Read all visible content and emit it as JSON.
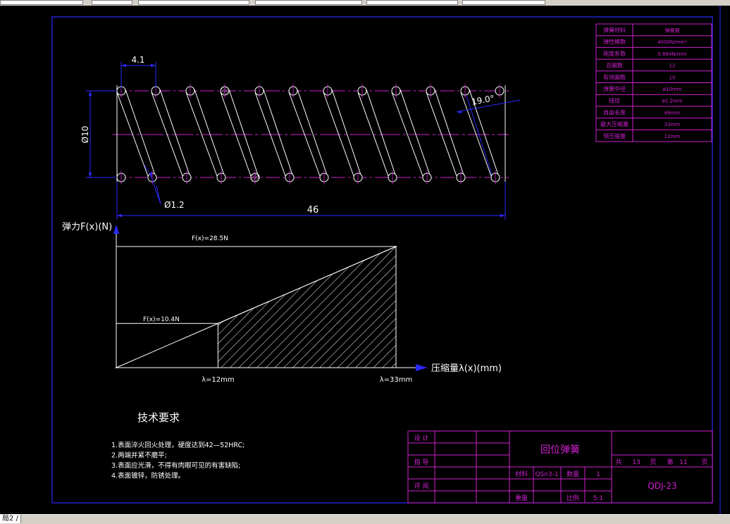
{
  "colors": {
    "frame": "#2a2aff",
    "table": "#d020d0",
    "line": "#ffffff",
    "dim": "#2a2aff",
    "text": "#ffffff",
    "center": "#d020d0"
  },
  "specs": [
    {
      "label": "弹簧材料",
      "value": "弹簧钢"
    },
    {
      "label": "弹性模数",
      "value": "4000N/mm²"
    },
    {
      "label": "刚度系数",
      "value": "0.864N/mm"
    },
    {
      "label": "总圈数",
      "value": "12"
    },
    {
      "label": "有效圈数",
      "value": "10"
    },
    {
      "label": "弹簧中径",
      "value": "ø10mm"
    },
    {
      "label": "线径",
      "value": "ø1.2mm"
    },
    {
      "label": "自由长度",
      "value": "46mm"
    },
    {
      "label": "最大压缩量",
      "value": "33mm"
    },
    {
      "label": "预压缩量",
      "value": "12mm"
    }
  ],
  "dims": {
    "pitch": "4.1",
    "diameter": "Ø10",
    "wire": "Ø1.2",
    "length": "46",
    "angle": "19.0°"
  },
  "graph": {
    "ylabel": "弹力F(x)(N)",
    "xlabel": "压缩量λ(x)(mm)",
    "f_max": "F(x)=28.5N",
    "f_pre": "F(x)=10.4N",
    "x_pre": "λ=12mm",
    "x_max": "λ=33mm"
  },
  "chart_data": {
    "type": "area",
    "x": [
      0,
      12,
      33
    ],
    "y": [
      0,
      10.4,
      28.5
    ],
    "xlabel": "压缩量λ(x)(mm)",
    "ylabel": "弹力F(x)(N)",
    "annotations": [
      "F(x)=28.5N",
      "F(x)=10.4N",
      "λ=12mm",
      "λ=33mm"
    ]
  },
  "tech": {
    "title": "技术要求",
    "items": [
      "1.表面淬火回火处理，硬度达到42—52HRC;",
      "2.两端并紧不磨平;",
      "3.表面应光滑，不得有肉眼可见的有害缺陷;",
      "4.表面镀锌，防锈处理。"
    ]
  },
  "titleblock": {
    "design": "设 计",
    "guide": "指 导",
    "review": "评 阅",
    "part_name": "回位弹簧",
    "total_label": "共",
    "total_value": "13",
    "page_unit": "页",
    "page_label": "第",
    "page_value": "11",
    "page_unit2": "页",
    "material_label": "材料",
    "material_value": "QSn3-1",
    "qty_label": "数量",
    "qty_value": "1",
    "weight_label": "重量",
    "scale_label": "比例",
    "scale_value": "5:1",
    "drawing_no": "QDJ-23"
  },
  "status": {
    "tab": "局2 /"
  }
}
